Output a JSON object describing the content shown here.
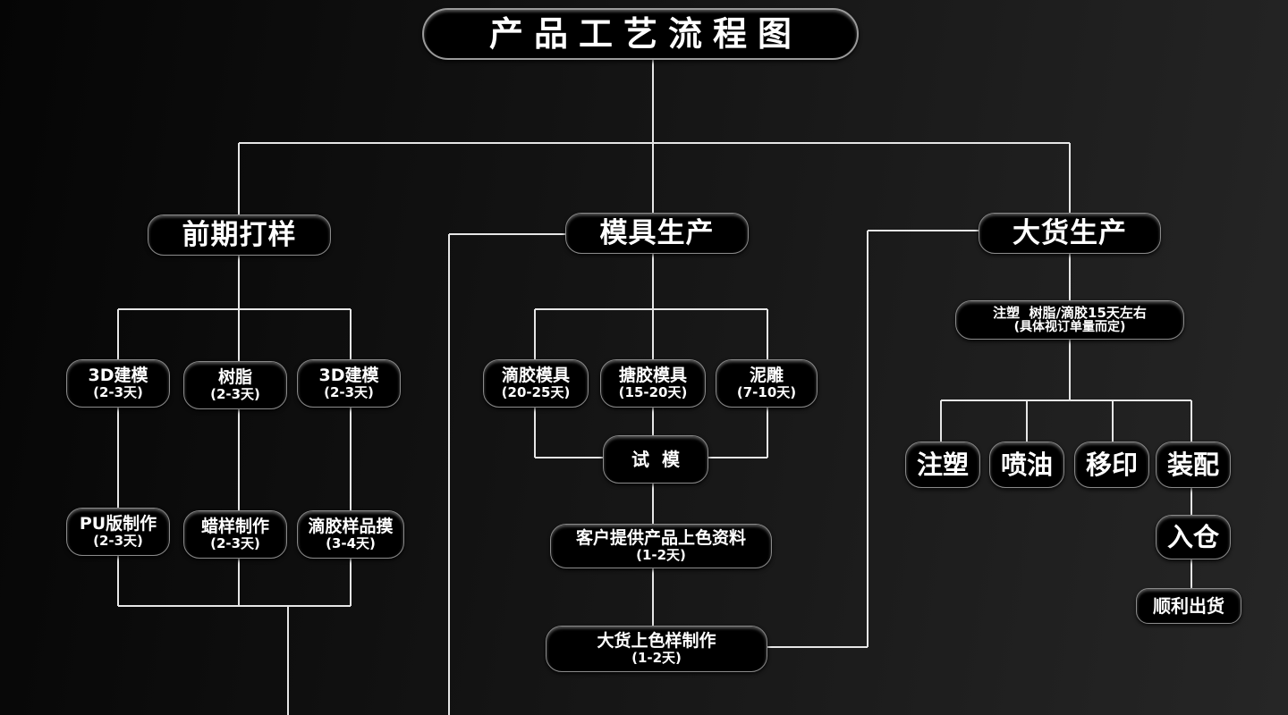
{
  "title": "产品工艺流程图",
  "sections": {
    "prototype": {
      "label": "前期打样",
      "items": [
        {
          "name": "3D建模",
          "time": "(2-3天)"
        },
        {
          "name": "树脂",
          "time": "(2-3天)"
        },
        {
          "name": "3D建模",
          "time": "(2-3天)"
        },
        {
          "name": "PU版制作",
          "time": "(2-3天)"
        },
        {
          "name": "蜡样制作",
          "time": "(2-3天)"
        },
        {
          "name": "滴胶样品摸",
          "time": "(3-4天)"
        }
      ]
    },
    "mold": {
      "label": "模具生产",
      "items": [
        {
          "name": "滴胶模具",
          "time": "(20-25天)"
        },
        {
          "name": "搪胶模具",
          "time": "(15-20天)"
        },
        {
          "name": "泥雕",
          "time": "(7-10天)"
        }
      ],
      "trial": "试  模",
      "client_info": {
        "name": "客户提供产品上色资料",
        "time": "(1-2天)"
      },
      "color_sample": {
        "name": "大货上色样制作",
        "time": "(1-2天)"
      }
    },
    "mass": {
      "label": "大货生产",
      "note_line1": "注塑  树脂/滴胶15天左右",
      "note_line2": "(具体视订单量而定)",
      "steps": [
        "注塑",
        "喷油",
        "移印",
        "装配"
      ],
      "warehouse": "入仓",
      "shipping": "顺利出货"
    }
  }
}
